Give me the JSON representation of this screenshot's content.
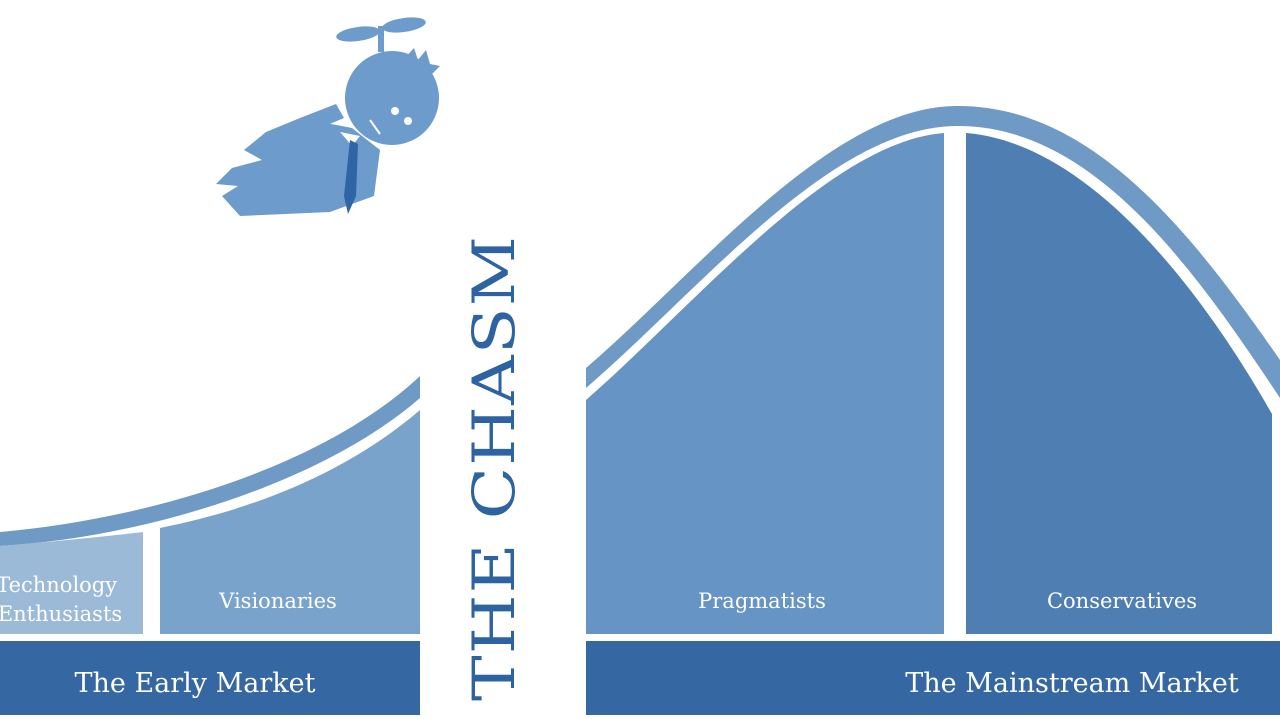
{
  "segments": {
    "technology_enthusiasts": [
      "Technology",
      "Enthusiasts"
    ],
    "visionaries": "Visionaries",
    "pragmatists": "Pragmatists",
    "conservatives": "Conservatives"
  },
  "markets": {
    "early": "The Early Market",
    "mainstream": "The Mainstream Market"
  },
  "chasm": "THE CHASM",
  "colors": {
    "outline": "#6f9ac5",
    "tech_enthusiasts": "#9bbad8",
    "visionaries": "#7aa3cb",
    "pragmatists": "#6594c5",
    "conservatives": "#4f7fb2",
    "market_bar": "#3567a2",
    "chasm_text": "#2e63a1",
    "character": "#6d9bcc",
    "tie": "#2f65a5"
  }
}
